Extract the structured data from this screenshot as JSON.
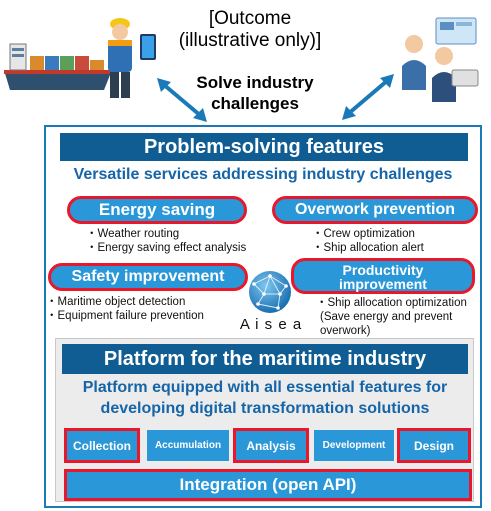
{
  "outcome": {
    "line1": "[Outcome",
    "line2": "(illustrative only)]"
  },
  "solve": {
    "line1": "Solve industry",
    "line2": "challenges"
  },
  "features": {
    "title": "Problem-solving features",
    "subtitle": "Versatile services addressing industry challenges",
    "energy": {
      "label": "Energy saving",
      "items": [
        "・Weather routing",
        "・Energy saving effect analysis"
      ]
    },
    "overwork": {
      "label": "Overwork prevention",
      "items": [
        "・Crew optimization",
        "・Ship allocation alert"
      ]
    },
    "safety": {
      "label": "Safety improvement",
      "items": [
        "・Maritime object detection",
        "・Equipment failure prevention"
      ]
    },
    "productivity": {
      "label_line1": "Productivity",
      "label_line2": "improvement",
      "items": [
        "・Ship allocation optimization",
        "(Save energy and prevent",
        "overwork)"
      ]
    }
  },
  "logo": {
    "text": "A i s e a"
  },
  "platform": {
    "title": "Platform for the maritime industry",
    "subtitle_line1": "Platform equipped with all essential features for",
    "subtitle_line2": "developing digital transformation solutions",
    "capabilities": [
      "Collection",
      "Accumulation",
      "Analysis",
      "Development",
      "Design"
    ],
    "integration": "Integration (open API)"
  },
  "colors": {
    "dark_band": "#0f5d93",
    "light_blue": "#2a97d8",
    "highlight_red": "#e8182a",
    "text_blue": "#1565a8"
  },
  "icons": [
    "ship-illustration-icon",
    "worker-with-tablet-icon",
    "office-workers-icon",
    "double-arrow-icon",
    "globe-network-icon"
  ]
}
